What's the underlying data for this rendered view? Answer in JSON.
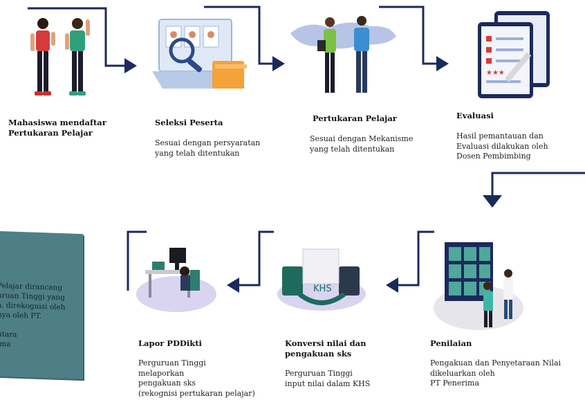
{
  "steps": [
    {
      "title_lines": [
        "Mahasiswa mendaftar",
        "Pertukaran Pelajar"
      ],
      "desc_lines": []
    },
    {
      "title_lines": [
        "Seleksi Peserta"
      ],
      "desc_lines": [
        "Sesuai dengan persyaratan",
        "yang telah ditentukan"
      ]
    },
    {
      "title_lines": [
        "Pertukaran Pelajar"
      ],
      "desc_lines": [
        "Sesuai dengan Mekanisme",
        "yang telah ditentukan"
      ]
    },
    {
      "title_lines": [
        "Evaluasi"
      ],
      "desc_lines": [
        "Hasil pemantauan dan",
        "Evaluasi dilakukan oleh",
        "Dosen Pembimbing"
      ]
    },
    {
      "title_lines": [
        "Penilaian"
      ],
      "desc_lines": [
        "Pengakuan dan Penyetaraan Nilai",
        "dikeluarkan oleh",
        "PT Penerima"
      ]
    },
    {
      "title_lines": [
        "Konversi nilai dan",
        "pengakuan sks"
      ],
      "desc_lines": [
        "Perguruan Tinggi",
        "input nilai dalam KHS"
      ]
    },
    {
      "title_lines": [
        "Lapor PDDikti"
      ],
      "desc_lines": [
        "Perguruan Tinggi",
        "melaporkan",
        "pengakuan sks",
        "(rekognisi pertukaran pelajar)"
      ]
    }
  ],
  "khs_label": "KHS",
  "note_lines": [
    "Pelajar dirancang",
    "uruan Tinggi yang",
    "a, direkognisi oleh",
    "nya oleh PT.",
    "",
    "ntara",
    "ima"
  ],
  "colors": {
    "navy": "#1b2a5c",
    "teal": "#2e7d6e",
    "lavender": "#d9d4f0",
    "note": "#4f7f86"
  }
}
